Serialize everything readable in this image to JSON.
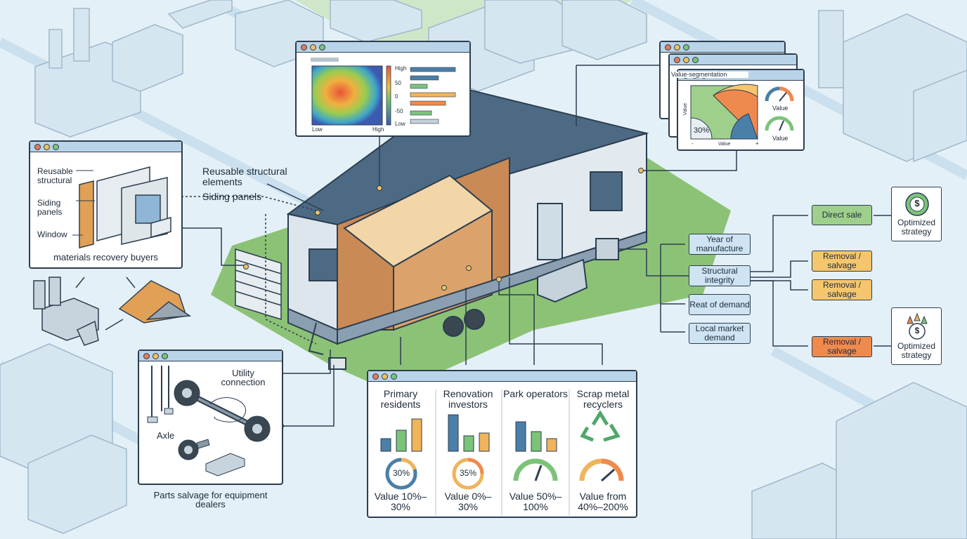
{
  "callouts": {
    "reusable": "Reusable structural elements",
    "siding": "Siding panels"
  },
  "materials_panel": {
    "reusable": "Reusable structural",
    "siding": "Siding panels",
    "window": "Window",
    "caption": "materials recovery buyers"
  },
  "heatmap_panel": {
    "legend": [
      "High",
      "50",
      "0",
      "-50",
      "Low"
    ],
    "x_low": "Low",
    "x_high": "High"
  },
  "segmentation_panel": {
    "title": "Value-segmentation",
    "axis_y": "Value",
    "axis_x": "Value",
    "axis_minus": "-",
    "axis_plus": "+",
    "pct": "30%",
    "gauge1": "Value",
    "gauge2": "Value"
  },
  "parts_panel": {
    "utility": "Utility connection",
    "axle": "Axle",
    "caption": "Parts salvage for equipment dealers"
  },
  "segments": [
    {
      "title": "Primary residents",
      "pct": "30%",
      "value": "Value 10%–30%"
    },
    {
      "title": "Renovation investors",
      "pct": "35%",
      "value": "Value 0%–30%"
    },
    {
      "title": "Park operators",
      "pct": "",
      "value": "Value 50%–100%"
    },
    {
      "title": "Scrap metal recyclers",
      "pct": "",
      "value": "Value from 40%–200%"
    }
  ],
  "decision_tree": {
    "factors": [
      "Year of manufacture",
      "Structural integrity",
      "Reat of demand",
      "Local market demand"
    ],
    "direct_sale": "Direct sale",
    "removal1": "Removal / salvage",
    "removal2": "Removal / salvage",
    "removal3": "Removal / salvage",
    "strategy1": "Optimized strategy",
    "strategy2": "Optimized strategy",
    "dollar": "$"
  },
  "colors": {
    "blue": "#4a7fa8",
    "green": "#7cc37a",
    "amber": "#f0b45a",
    "orange": "#ef8a4e",
    "roof": "#4d6a85"
  }
}
